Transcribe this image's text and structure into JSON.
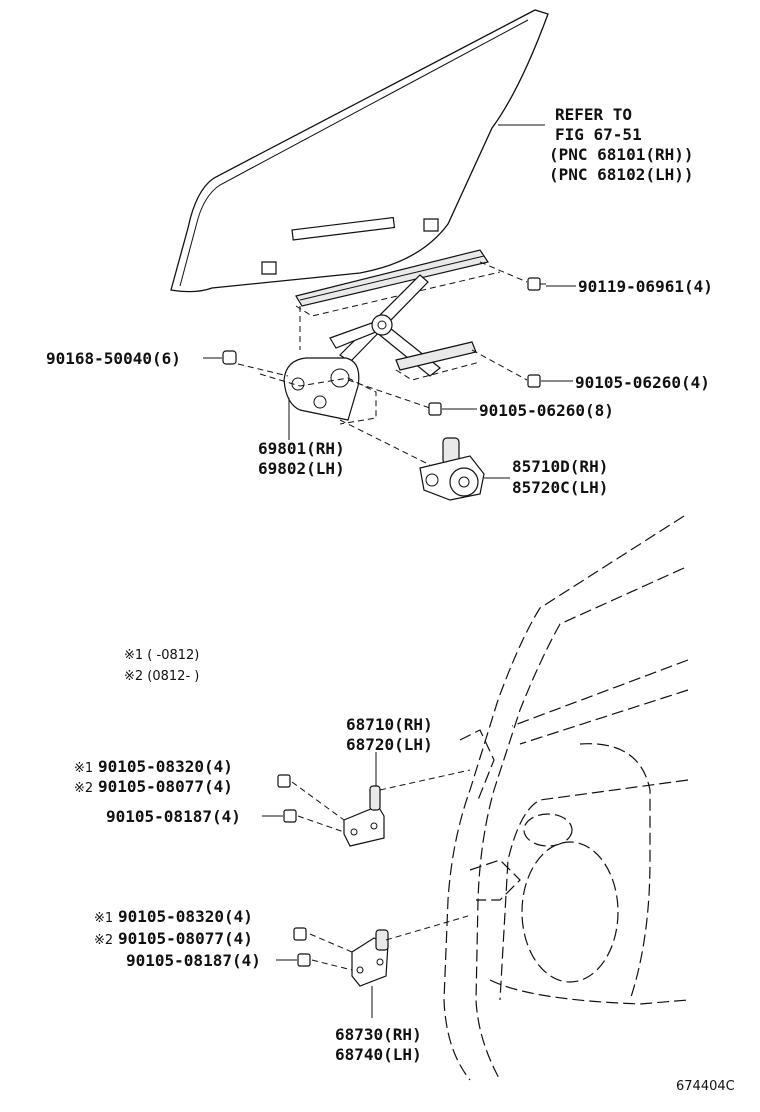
{
  "refer": {
    "line1": "REFER TO",
    "line2": "FIG 67-51",
    "line3": "(PNC 68101(RH))",
    "line4": "(PNC 68102(LH))"
  },
  "labels": {
    "bolt_90119": "90119-06961(4)",
    "bolt_90168": "90168-50040(6)",
    "bolt_90105_06260_4": "90105-06260(4)",
    "bolt_90105_06260_8": "90105-06260(8)",
    "regulator_rh": "69801(RH)",
    "regulator_lh": "69802(LH)",
    "motor_rh": "85710D(RH)",
    "motor_lh": "85720C(LH)",
    "upper_hinge_rh": "68710(RH)",
    "upper_hinge_lh": "68720(LH)",
    "upper_bolt_a": "90105-08320(4)",
    "upper_bolt_b": "90105-08077(4)",
    "upper_bolt_c": "90105-08187(4)",
    "lower_bolt_a": "90105-08320(4)",
    "lower_bolt_b": "90105-08077(4)",
    "lower_bolt_c": "90105-08187(4)",
    "lower_hinge_rh": "68730(RH)",
    "lower_hinge_lh": "68740(LH)"
  },
  "markers": {
    "m1": "※1",
    "m2": "※2"
  },
  "notes": {
    "note1": "※1 (     -0812)",
    "note2": "※2 (0812-     )"
  },
  "figure_id": "674404C"
}
